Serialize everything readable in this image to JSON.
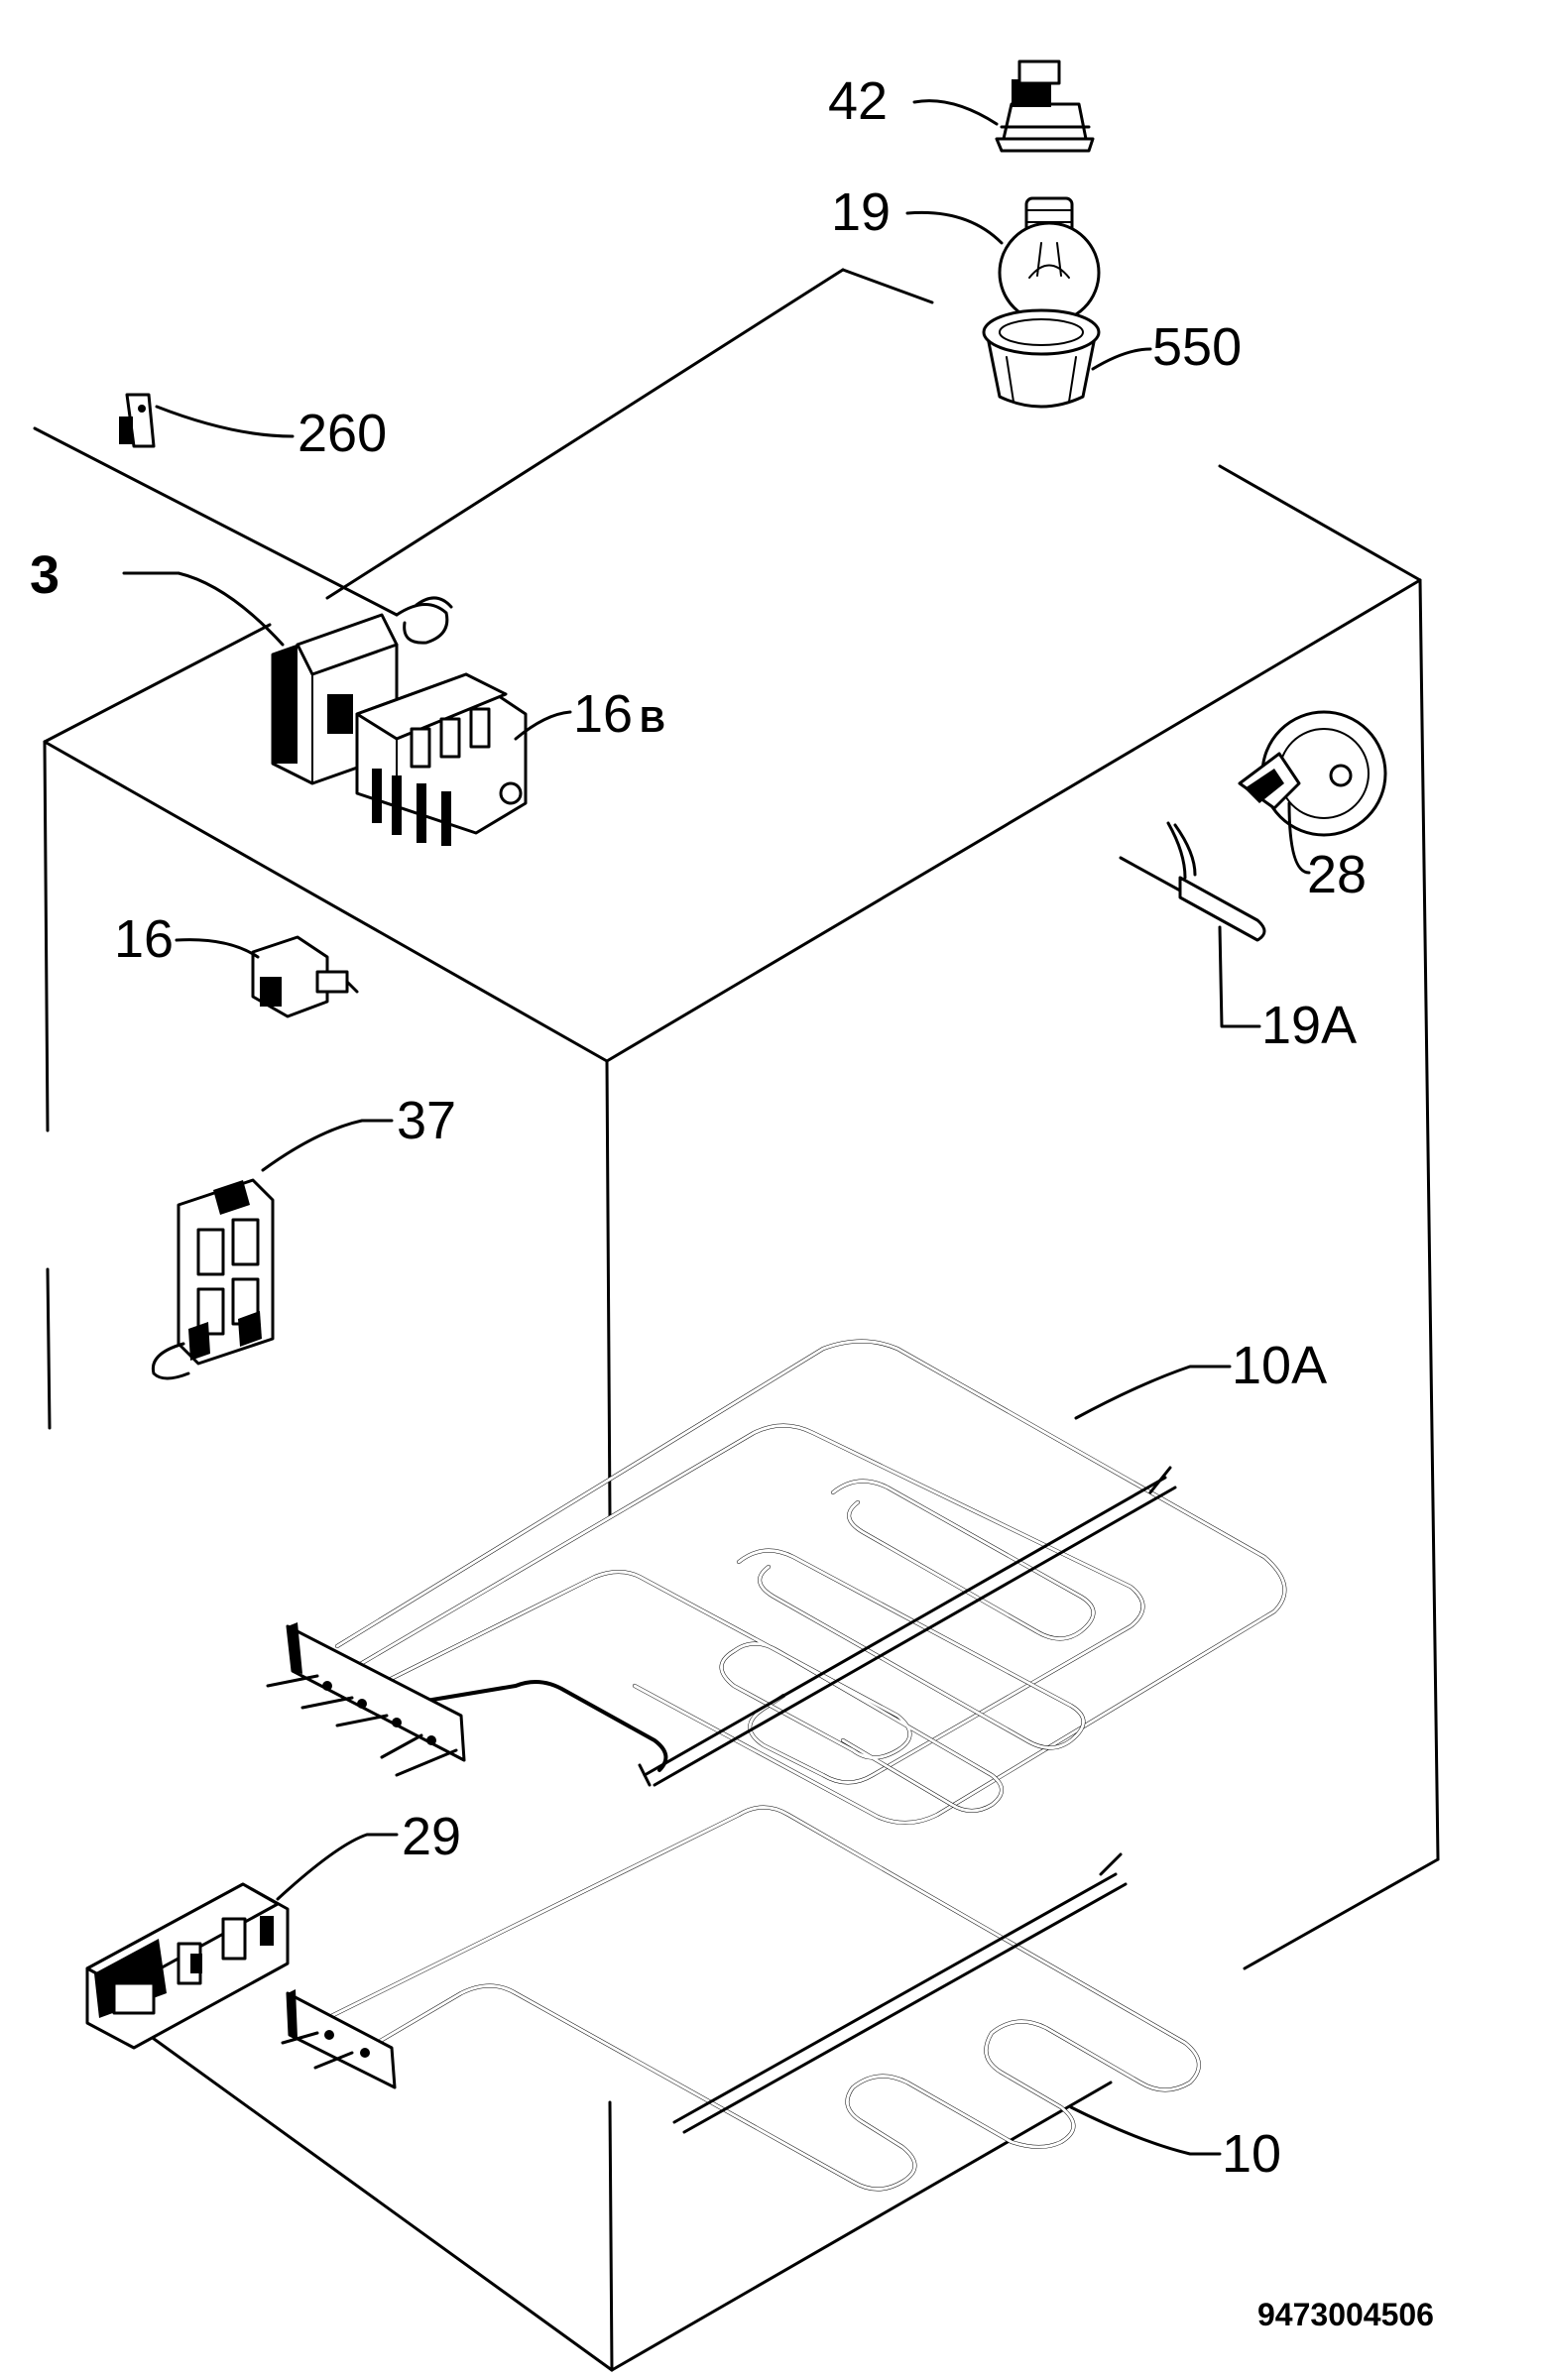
{
  "diagram": {
    "labels": {
      "l42": "42",
      "l19": "19",
      "l550": "550",
      "l260": "260",
      "l3": "3",
      "l16b_num": "16",
      "l16b_suffix": "B",
      "l28": "28",
      "l16": "16",
      "l19a": "19A",
      "l37": "37",
      "l10a": "10A",
      "l29": "29",
      "l10": "10"
    },
    "drawing_code": "9473004506"
  }
}
